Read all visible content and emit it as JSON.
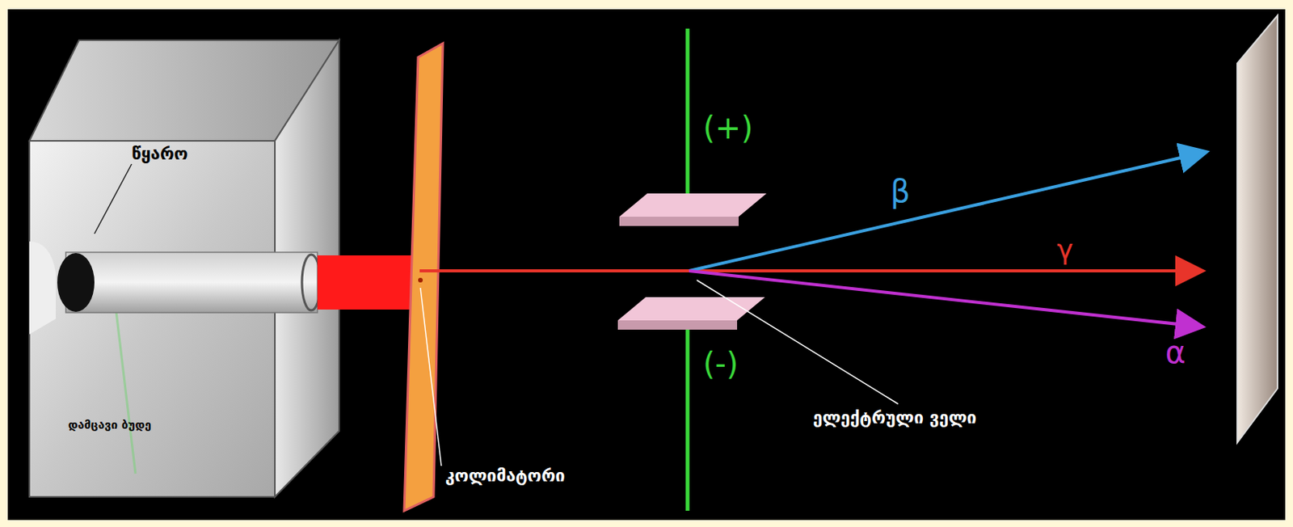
{
  "diagram": {
    "nodes": [
      {
        "text": [
          "წყარო",
          "დამცავი ბუდე"
        ]
      }
    ],
    "labels": [
      "კოლიმატორი",
      "ელექტრული ველი",
      "(+)",
      "(-)",
      "β",
      "γ",
      "α"
    ]
  }
}
